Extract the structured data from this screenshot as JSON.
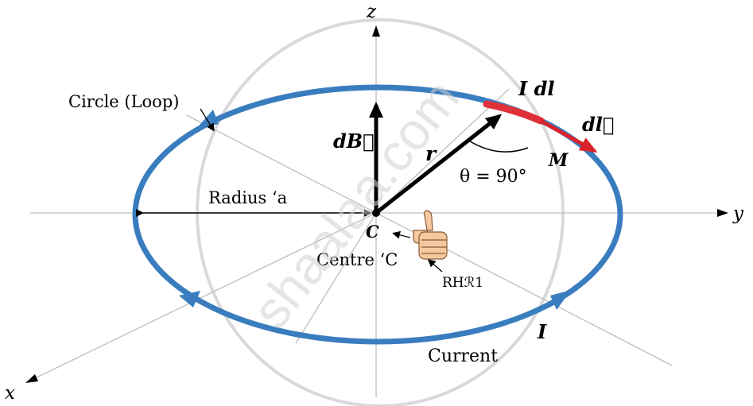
{
  "axes": {
    "z": "z",
    "y": "y",
    "x": "x"
  },
  "labels": {
    "circle_loop": "Circle (Loop)",
    "idl": "I dl",
    "dl_vector": "dl⃗",
    "db_vector": "dB⃗",
    "r": "r",
    "theta": "θ = 90°",
    "m": "M",
    "radius": "Radius ‘a",
    "c": "C",
    "centre": "Centre ‘C",
    "rhr": "RHℛ1",
    "current": "Current",
    "i": "I"
  },
  "watermark": "shaalaa.com",
  "colors": {
    "loop": "#3a7dbf",
    "element": "#e0303a",
    "axis": "#c0c0c0",
    "vector": "#000000",
    "watermark": "#d7d7d7"
  }
}
